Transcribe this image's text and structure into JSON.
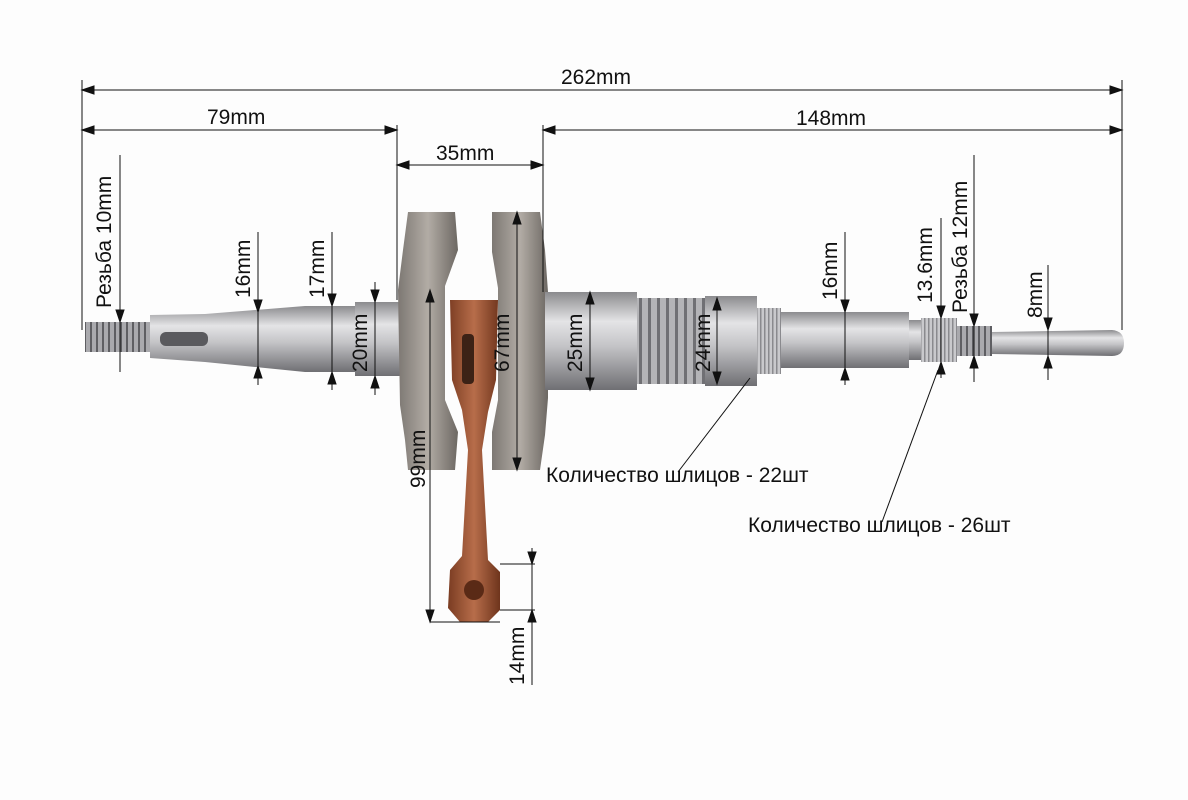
{
  "dimensions": {
    "overall_length": "262mm",
    "left_shaft_length": "79mm",
    "flywheel_width": "35mm",
    "right_shaft_length": "148mm",
    "left_thread": "Резьба 10mm",
    "left_dia_1": "16mm",
    "left_dia_2": "17mm",
    "bearing_dia_left": "20mm",
    "web_dia": "67mm",
    "bearing_dia_right": "25mm",
    "thread_dia": "24mm",
    "right_dia_1": "16mm",
    "spline_dia": "13.6mm",
    "right_thread": "Резьба 12mm",
    "tip_dia": "8mm",
    "rod_length": "99mm",
    "small_end_dia": "14mm"
  },
  "notes": {
    "splines_22": "Количество шлицов - 22шт",
    "splines_26": "Количество шлицов - 26шт"
  },
  "colors": {
    "steel": "#b9b9bc",
    "steel_dark": "#77777b",
    "bronze": "#a0583a",
    "line": "#111111"
  }
}
